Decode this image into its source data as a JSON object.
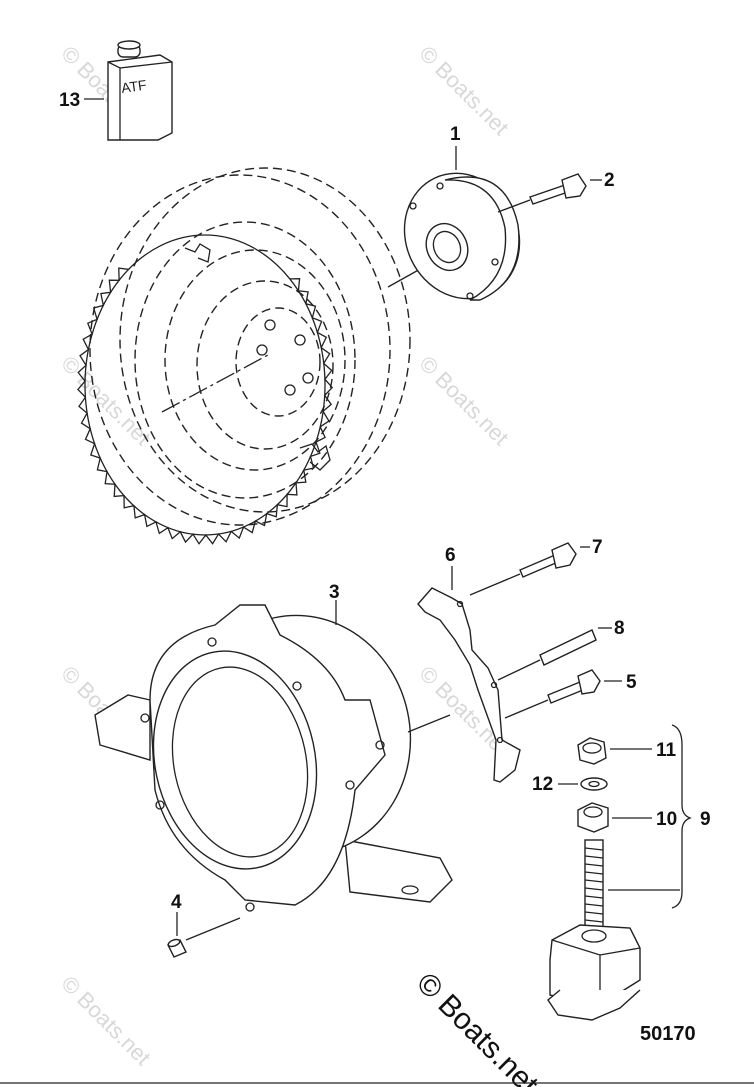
{
  "diagram": {
    "callouts": {
      "c1": "1",
      "c2": "2",
      "c3": "3",
      "c4": "4",
      "c5": "5",
      "c6": "6",
      "c7": "7",
      "c8": "8",
      "c9": "9",
      "c10": "10",
      "c11": "11",
      "c12": "12",
      "c13": "13"
    },
    "bottle_text": "ATF",
    "reference_number": "50170",
    "copyright": "© Boats.net",
    "watermark": "© Boats.net"
  }
}
